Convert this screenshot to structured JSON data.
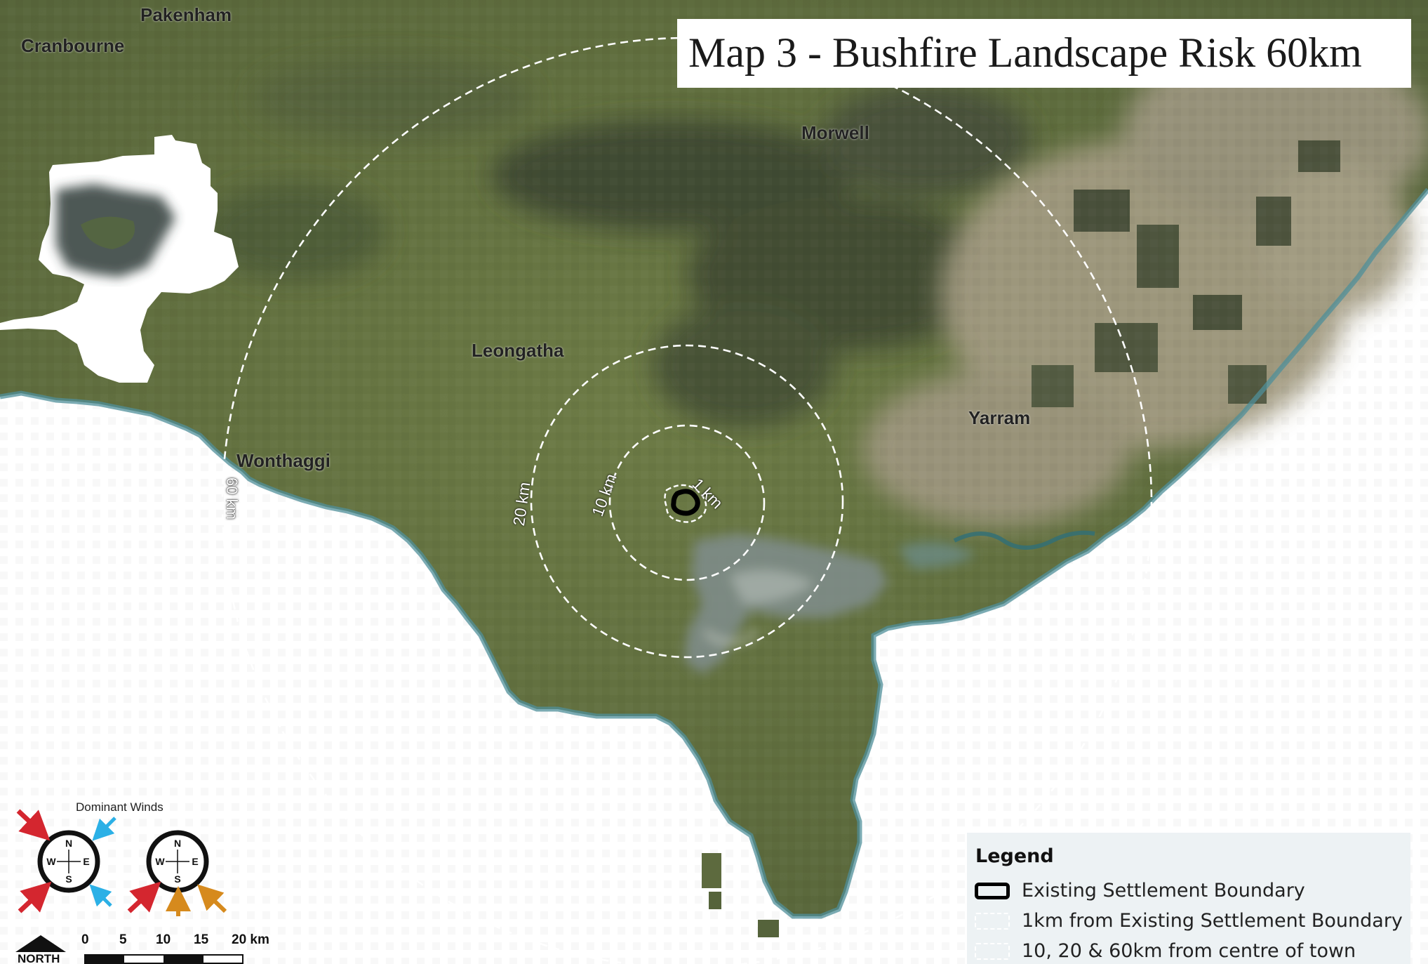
{
  "title": "Map 3 - Bushfire Landscape Risk 60km",
  "places": {
    "pakenham": "Pakenham",
    "cranbourne": "Cranbourne",
    "morwell": "Morwell",
    "leongatha": "Leongatha",
    "yarram": "Yarram",
    "wonthaggi": "Wonthaggi"
  },
  "rings": {
    "r60": "60 km",
    "r20": "20 km",
    "r10": "10 km",
    "r1": "1 km"
  },
  "winds": {
    "title": "Dominant Winds",
    "compass_letters": {
      "n": "N",
      "s": "S",
      "e": "E",
      "w": "W"
    },
    "arrow_colors": {
      "red": "#d4262f",
      "blue": "#2bb0e6",
      "orange": "#d68a1d"
    }
  },
  "scale": {
    "ticks": [
      "0",
      "5",
      "10",
      "15",
      "20 km"
    ],
    "north": "NORTH"
  },
  "legend": {
    "title": "Legend",
    "items": [
      {
        "label": "Existing Settlement Boundary",
        "style": "thick-black"
      },
      {
        "label": "1km from Existing Settlement Boundary",
        "style": "white-dashed"
      },
      {
        "label": "10, 20 & 60km from centre of town",
        "style": "white-dashed"
      }
    ]
  },
  "colors": {
    "land": "#62703f",
    "forest": "#3f4a2f",
    "cleared_east": "#a59d83",
    "sea": "#ffffff",
    "coast": "#4f8f9a"
  }
}
